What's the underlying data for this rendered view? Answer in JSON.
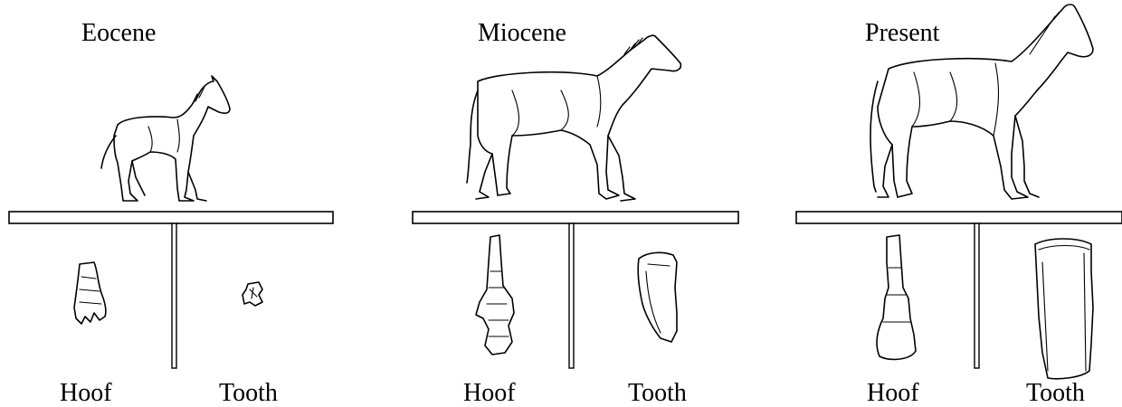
{
  "panels": [
    {
      "era": "Eocene",
      "hoof_label": "Hoof",
      "tooth_label": "Tooth"
    },
    {
      "era": "Miocene",
      "hoof_label": "Hoof",
      "tooth_label": "Tooth"
    },
    {
      "era": "Present",
      "hoof_label": "Hoof",
      "tooth_label": "Tooth"
    }
  ],
  "colors": {
    "ink": "#000000",
    "background": "#ffffff"
  }
}
